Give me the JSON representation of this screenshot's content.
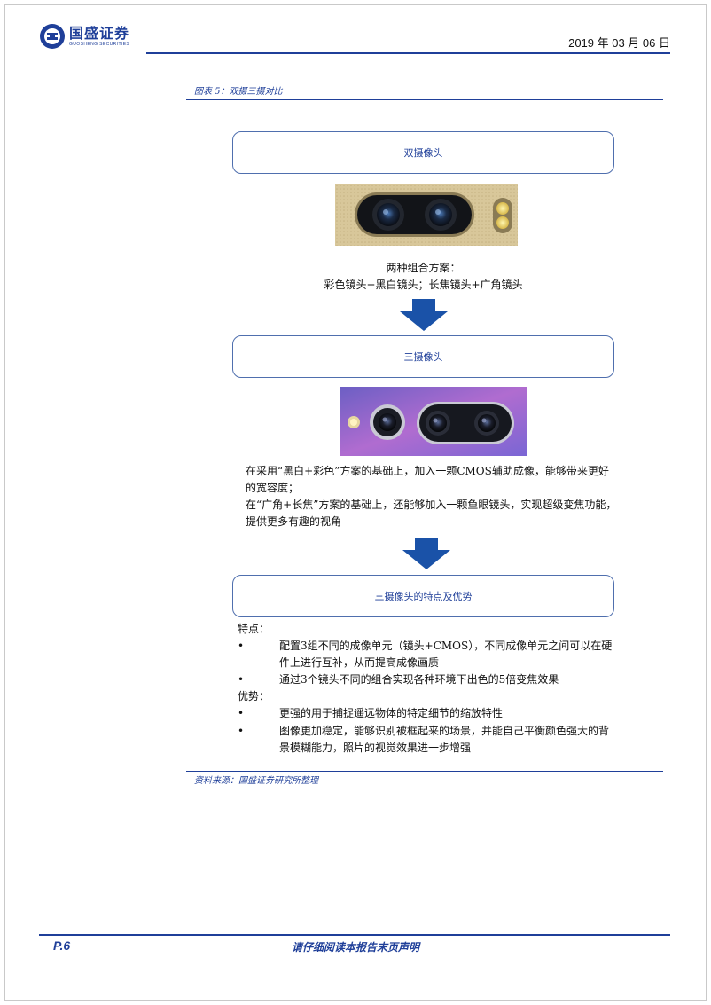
{
  "header": {
    "logo_cn": "国盛证券",
    "logo_en": "GUOSHENG SECURITIES",
    "date": "2019 年 03 月 06 日"
  },
  "figure": {
    "caption": "图表 5：双摄三摄对比",
    "source": "资料来源：国盛证券研究所整理"
  },
  "stages": {
    "dual_label": "双摄像头",
    "dual_combo_line1": "两种组合方案：",
    "dual_combo_line2": "彩色镜头+黑白镜头；长焦镜头+广角镜头",
    "triple_label": "三摄像头",
    "triple_para1": "在采用“黑白+彩色”方案的基础上，加入一颗CMOS辅助成像，能够带来更好的宽容度；",
    "triple_para2": "在“广角+长焦”方案的基础上，还能够加入一颗鱼眼镜头，实现超级变焦功能，提供更多有趣的视角",
    "advantages_label": "三摄像头的特点及优势"
  },
  "features": {
    "heading": "特点：",
    "items": [
      "配置3组不同的成像单元（镜头+CMOS），不同成像单元之间可以在硬件上进行互补，从而提高成像画质",
      "通过3个镜头不同的组合实现各种环境下出色的5倍变焦效果"
    ]
  },
  "advantages": {
    "heading": "优势：",
    "items": [
      "更强的用于捕捉遥远物体的特定细节的缩放特性",
      "图像更加稳定，能够识别被框起来的场景，并能自己平衡颜色强大的背景模糊能力，照片的视觉效果进一步增强"
    ]
  },
  "footer": {
    "page": "P.6",
    "disclaimer": "请仔细阅读本报告末页声明"
  },
  "colors": {
    "brand_blue": "#1f3f99",
    "arrow_blue": "#1a52a8",
    "box_border": "#4f6fae"
  }
}
